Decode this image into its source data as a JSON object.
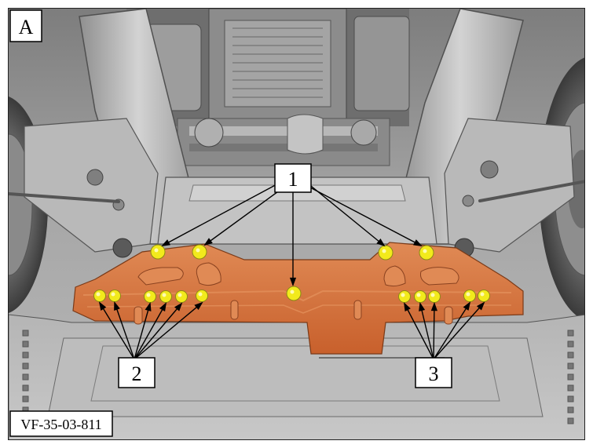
{
  "figure": {
    "panel_letter": "A",
    "reference_code": "VF-35-03-811",
    "callouts": [
      {
        "id": "1",
        "label": "1"
      },
      {
        "id": "2",
        "label": "2"
      },
      {
        "id": "3",
        "label": "3"
      }
    ]
  },
  "colors": {
    "shield": "#c8602c",
    "shield_highlight": "#e08a55",
    "fastener": "#f2ea1c",
    "metal_light": "#c9c9c9",
    "metal_mid": "#a6a6a6",
    "metal_dark": "#5f5f5f",
    "label_border": "#000000",
    "label_bg": "#ffffff"
  }
}
